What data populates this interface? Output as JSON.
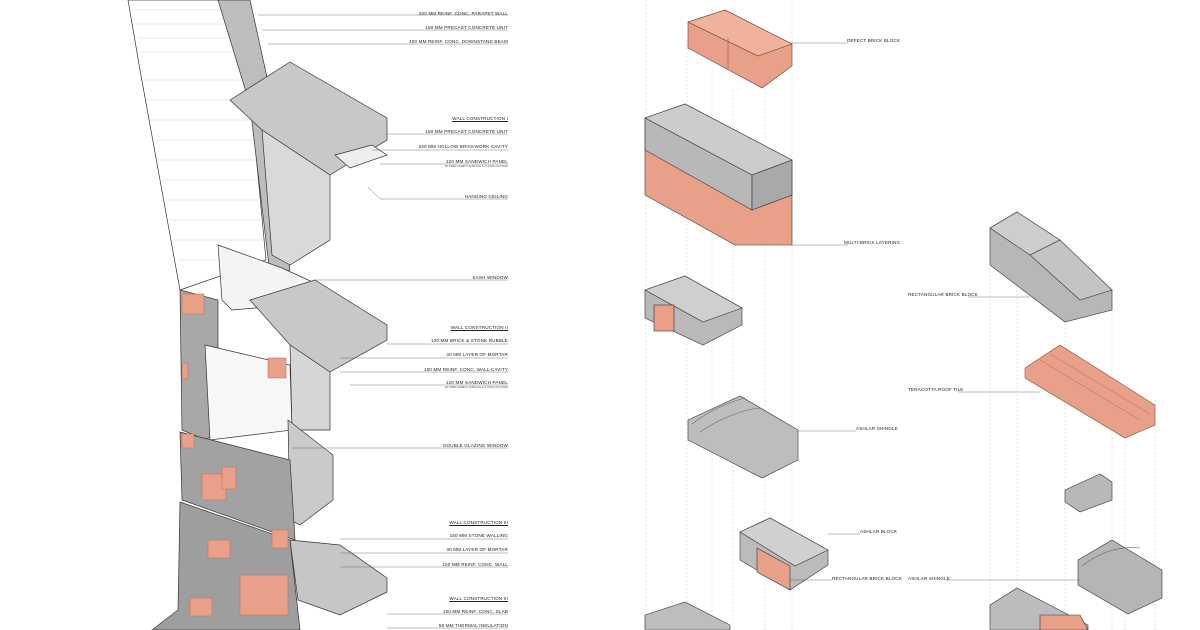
{
  "left_section": {
    "labels": [
      {
        "id": "parapet",
        "text": "200 MM REINF. CONC. PARAPET WALL"
      },
      {
        "id": "precast1",
        "text": "150 MM PRECAST CONCRETE UNIT"
      },
      {
        "id": "downstand",
        "text": "400 MM REINF. CONC. DOWNSTAND BEAM"
      },
      {
        "id": "wc1",
        "text": "WALL CONSTRUCTION I"
      },
      {
        "id": "precast2",
        "text": "150 MM PRECAST CONCRETE UNIT"
      },
      {
        "id": "hollow",
        "text": "240 MM HOLLOW BRICKWORK CAVITY"
      },
      {
        "id": "sandwich1",
        "text": "120 MM SANDWICH PANEL"
      },
      {
        "id": "sandwich1_sub",
        "text": "W/ FIBER CEMENT SURFACE & GYPSUM PLASTER"
      },
      {
        "id": "hanging",
        "text": "HANGING CEILING"
      },
      {
        "id": "sash",
        "text": "SASH WINDOW"
      },
      {
        "id": "wc2",
        "text": "WALL CONSTRUCTION II"
      },
      {
        "id": "rubble",
        "text": "120 MM BRICK & STONE RUBBLE"
      },
      {
        "id": "mortar1",
        "text": "30 MM LAYER OF MORTAR"
      },
      {
        "id": "cavity",
        "text": "150 MM REINF. CONC. WALL CAVITY"
      },
      {
        "id": "sandwich2",
        "text": "120 MM SANDWICH PANEL"
      },
      {
        "id": "sandwich2_sub",
        "text": "W/ FIBER CEMENT SURFACE & GYPSUM PLASTER"
      },
      {
        "id": "double",
        "text": "DOUBLE GLAZING WINDOW"
      },
      {
        "id": "wc3",
        "text": "WALL CONSTRUCTION III"
      },
      {
        "id": "stone",
        "text": "150 MM STONE WALLING"
      },
      {
        "id": "mortar2",
        "text": "30 MM LAYER OF MORTAR"
      },
      {
        "id": "rcwall",
        "text": "150 MM REINF. CONC. WALL"
      },
      {
        "id": "wc4",
        "text": "WALL CONSTRUCTION III"
      },
      {
        "id": "slab",
        "text": "100 MM REINF. CONC. SLAB"
      },
      {
        "id": "thermal",
        "text": "50 MM THERMAL INSULATION"
      }
    ]
  },
  "right_section": {
    "labels": [
      {
        "id": "defect",
        "text": "DEFECT BRICK BLOCK"
      },
      {
        "id": "multi",
        "text": "MULTI-BRICK LAYERING"
      },
      {
        "id": "rect1",
        "text": "RECTANGULAR BRICK BLOCK"
      },
      {
        "id": "terracotta",
        "text": "TERACOTTA ROOF TILE"
      },
      {
        "id": "ashlar_sh1",
        "text": "ASHLAR SHINGLE"
      },
      {
        "id": "ashlar_block",
        "text": "ASHLAR BLOCK"
      },
      {
        "id": "rect2",
        "text": "RECTANGULAR BRICK BLOCK"
      },
      {
        "id": "ashlar_sh2",
        "text": "ASHLAR SHINGLE"
      }
    ]
  },
  "colors": {
    "brick": "#e9a089",
    "brick_dark": "#c97660",
    "concrete": "#b9b9b9",
    "concrete_top": "#cfcfcf",
    "concrete_dark": "#8f8f8f",
    "line": "#333333"
  }
}
